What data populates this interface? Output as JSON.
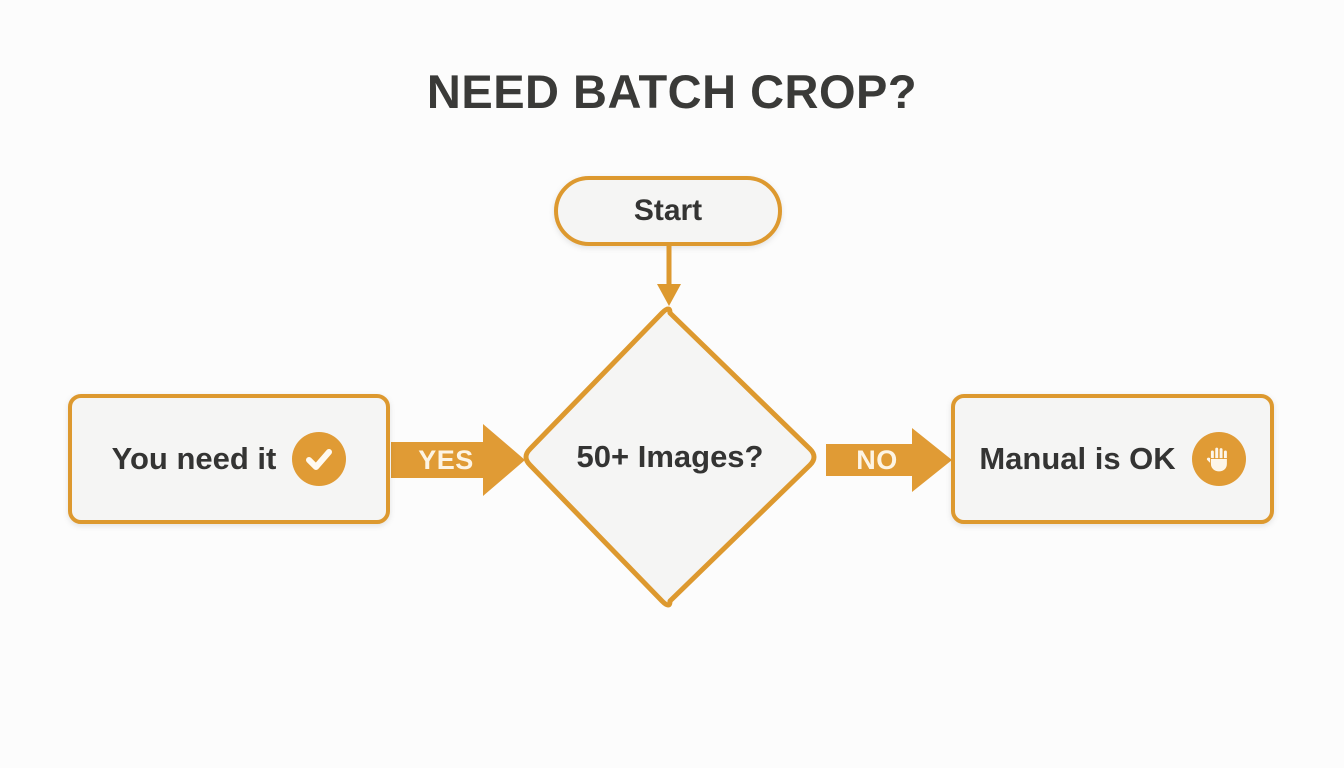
{
  "page": {
    "title": "NEED BATCH CROP?",
    "background_color": "#fcfcfc",
    "accent_color": "#dd992f",
    "node_fill_color": "#f5f5f4",
    "text_color": "#343433",
    "arrow_text_color": "#fdf4e4"
  },
  "chart_data": {
    "type": "diagram",
    "diagram_kind": "flowchart",
    "title": "NEED BATCH CROP?",
    "orientation": "start-top, decision-center, outcomes-left-and-right",
    "nodes": [
      {
        "id": "start",
        "label": "Start",
        "shape": "rounded-pill",
        "icon": null
      },
      {
        "id": "decision",
        "label": "50+ Images?",
        "shape": "diamond",
        "icon": null
      },
      {
        "id": "yes-outcome",
        "label": "You need it",
        "shape": "rounded-rect",
        "icon": "check-circle-icon"
      },
      {
        "id": "no-outcome",
        "label": "Manual is OK",
        "shape": "rounded-rect",
        "icon": "raised-hand-icon"
      }
    ],
    "edges": [
      {
        "from": "start",
        "to": "decision",
        "label": "",
        "style": "thin-line-arrow",
        "direction": "down"
      },
      {
        "from": "yes-outcome",
        "to": "decision",
        "label": "YES",
        "style": "block-arrow",
        "direction": "right"
      },
      {
        "from": "decision",
        "to": "no-outcome",
        "label": "NO",
        "style": "block-arrow",
        "direction": "right"
      }
    ]
  },
  "nodes": {
    "start": {
      "label": "Start"
    },
    "decision": {
      "label": "50+ Images?"
    },
    "yes_outcome": {
      "label": "You need it",
      "icon": "check-circle-icon"
    },
    "no_outcome": {
      "label": "Manual is OK",
      "icon": "raised-hand-icon"
    }
  },
  "edges": {
    "yes": {
      "label": "YES"
    },
    "no": {
      "label": "NO"
    }
  }
}
